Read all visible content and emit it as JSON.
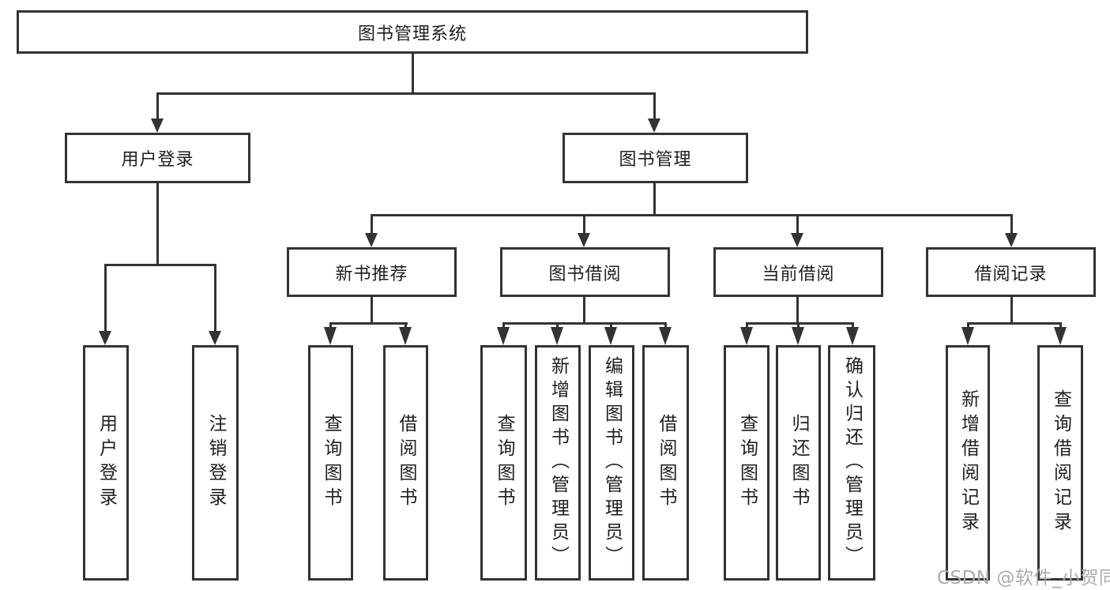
{
  "tree": {
    "label": "图书管理系统",
    "children": [
      {
        "label": "用户登录",
        "children": [
          {
            "label": "用户登录"
          },
          {
            "label": "注销登录"
          }
        ]
      },
      {
        "label": "图书管理",
        "children": [
          {
            "label": "新书推荐",
            "children": [
              {
                "label": "查询图书"
              },
              {
                "label": "借阅图书"
              }
            ]
          },
          {
            "label": "图书借阅",
            "children": [
              {
                "label": "查询图书"
              },
              {
                "label": "新增图书（管理员）"
              },
              {
                "label": "编辑图书（管理员）"
              },
              {
                "label": "借阅图书"
              }
            ]
          },
          {
            "label": "当前借阅",
            "children": [
              {
                "label": "查询图书"
              },
              {
                "label": "归还图书"
              },
              {
                "label": "确认归还（管理员）"
              }
            ]
          },
          {
            "label": "借阅记录",
            "children": [
              {
                "label": "新增借阅记录"
              },
              {
                "label": "查询借阅记录"
              }
            ]
          }
        ]
      }
    ]
  },
  "watermark": "CSDN @软件_小贺同学",
  "colors": {
    "line": "#333333",
    "text": "#1f1f1f",
    "watermark": "#ababab",
    "background": "#ffffff"
  }
}
